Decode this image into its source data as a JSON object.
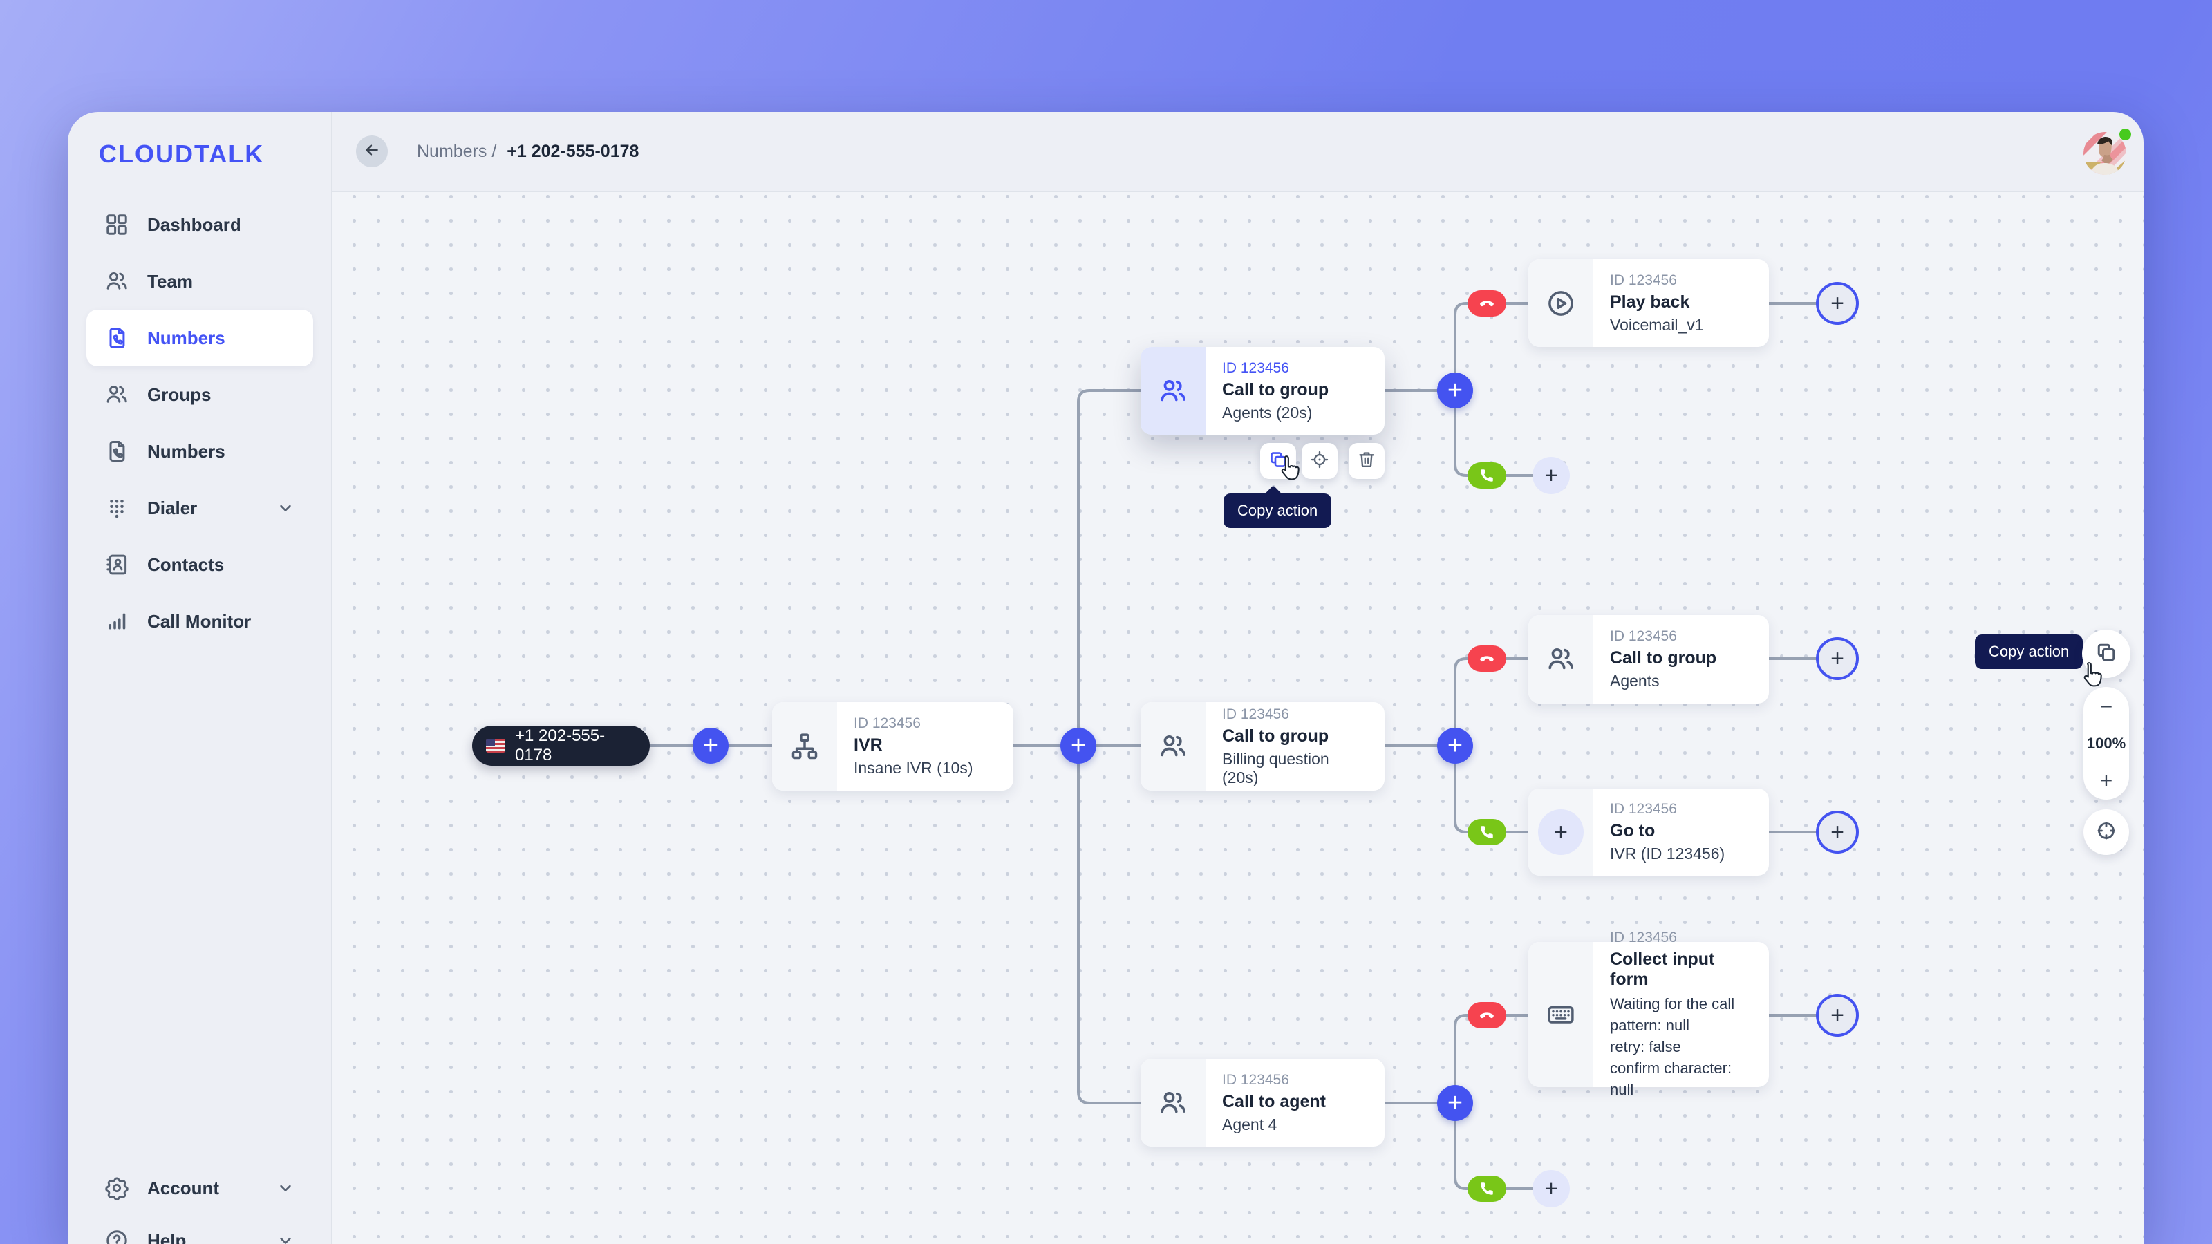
{
  "app": {
    "logo_text": "CLOUDTALK"
  },
  "sidebar": {
    "items": [
      {
        "label": "Dashboard",
        "icon": "dashboard-grid-icon"
      },
      {
        "label": "Team",
        "icon": "people-icon"
      },
      {
        "label": "Numbers",
        "icon": "number-document-icon",
        "selected": true
      },
      {
        "label": "Groups",
        "icon": "people-icon"
      },
      {
        "label": "Numbers",
        "icon": "number-document-icon"
      },
      {
        "label": "Dialer",
        "icon": "dialer-keypad-icon",
        "chevron": true
      },
      {
        "label": "Contacts",
        "icon": "contact-book-icon"
      },
      {
        "label": "Call Monitor",
        "icon": "bar-chart-icon"
      }
    ],
    "footer_items": [
      {
        "label": "Account",
        "icon": "gear-icon",
        "chevron": true
      },
      {
        "label": "Help",
        "icon": "help-circle-icon",
        "chevron": true
      }
    ]
  },
  "header": {
    "breadcrumb_parent": "Numbers /",
    "breadcrumb_current": "+1 202-555-0178"
  },
  "flow": {
    "start_number": "+1 202-555-0178",
    "nodes": [
      {
        "key": "ivr",
        "id_label": "ID 123456",
        "title": "IVR",
        "subtitle": "Insane IVR (10s)",
        "icon": "sitemap-icon"
      },
      {
        "key": "call-to-group-agents-20s",
        "id_label": "ID 123456",
        "title": "Call to group",
        "subtitle": "Agents (20s)",
        "icon": "people-icon",
        "selected": true
      },
      {
        "key": "play-back",
        "id_label": "ID 123456",
        "title": "Play back",
        "subtitle": "Voicemail_v1",
        "icon": "play-circle-icon"
      },
      {
        "key": "call-to-group-agents",
        "id_label": "ID 123456",
        "title": "Call to group",
        "subtitle": "Agents",
        "icon": "people-icon"
      },
      {
        "key": "call-to-group-billing",
        "id_label": "ID 123456",
        "title": "Call to group",
        "subtitle": "Billing question (20s)",
        "icon": "people-icon"
      },
      {
        "key": "go-to-ivr",
        "id_label": "ID 123456",
        "title": "Go to",
        "subtitle": "IVR (ID 123456)",
        "icon": "plus-placeholder-icon"
      },
      {
        "key": "collect-input-form",
        "id_label": "ID 123456",
        "title": "Collect input form",
        "lines": [
          "Waiting for the call",
          "pattern: null",
          "retry: false",
          "confirm character: null"
        ],
        "icon": "keyboard-icon"
      },
      {
        "key": "call-to-agent",
        "id_label": "ID 123456",
        "title": "Call to agent",
        "subtitle": "Agent 4",
        "icon": "people-icon"
      }
    ],
    "node_toolbar": {
      "copy_tooltip": "Copy action"
    },
    "side_panel": {
      "copy_tooltip": "Copy action",
      "zoom_level": "100%"
    }
  },
  "icons": {
    "plus": "+",
    "minus": "−"
  },
  "colors": {
    "accent_blue": "#4453f0",
    "success_green": "#79c618",
    "danger_red": "#f6434f",
    "tooltip_navy": "#121a52",
    "start_pill_navy": "#1b2234"
  }
}
